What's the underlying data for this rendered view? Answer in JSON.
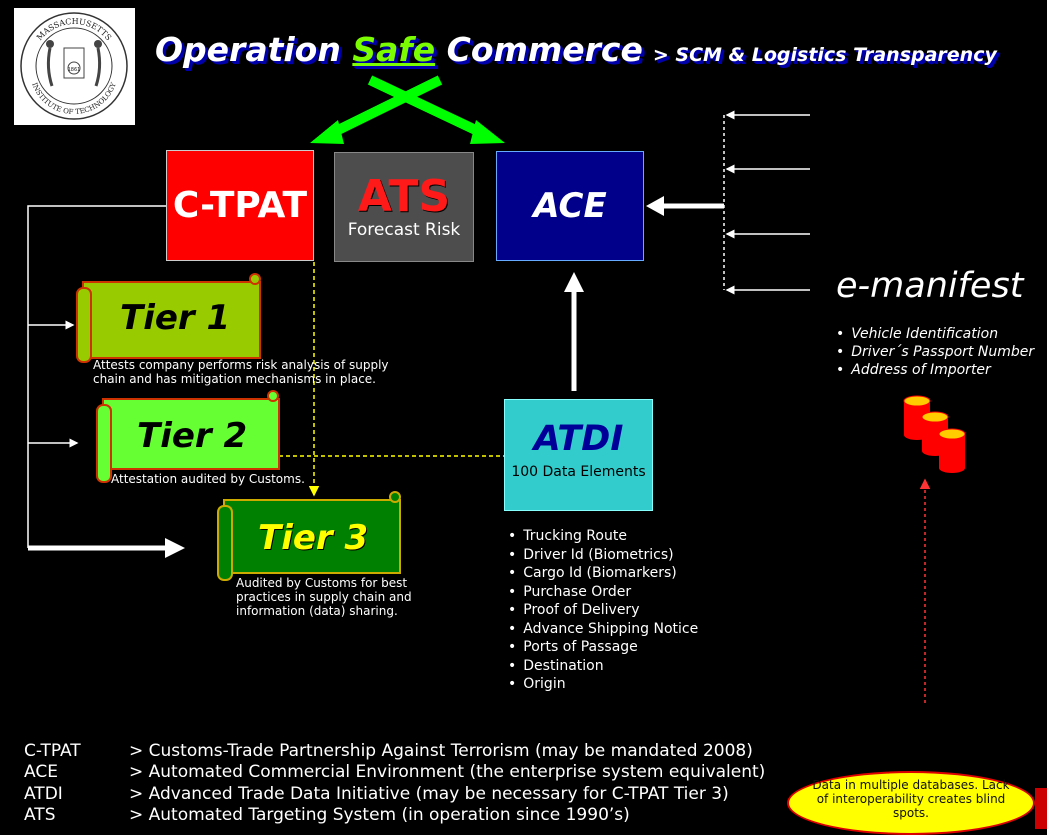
{
  "title": {
    "part1": "Operation ",
    "safe": "Safe",
    "part2": " Commerce",
    "subtitle": "> SCM & Logistics Transparency"
  },
  "seal": {
    "top_text": "MASSACHUSETTS",
    "bottom_text": "INSTITUTE OF TECHNOLOGY",
    "year": "1861"
  },
  "boxes": {
    "ctpat": "C-TPAT",
    "ats": {
      "label": "ATS",
      "sub": "Forecast Risk"
    },
    "ace": "ACE",
    "atdi": {
      "label": "ATDI",
      "sub": "100 Data Elements"
    }
  },
  "tiers": [
    {
      "label": "Tier 1",
      "caption_line1": "Attests company performs risk analysis of supply",
      "caption_line2": "chain and has mitigation mechanisms in place.",
      "color": "#99cc00"
    },
    {
      "label": "Tier 2",
      "caption_line1": "Attestation audited by Customs.",
      "color": "#66ff33"
    },
    {
      "label": "Tier 3",
      "caption_line1": "Audited by Customs for best",
      "caption_line2": "practices in supply chain and",
      "caption_line3": "information (data) sharing.",
      "color": "#008000",
      "label_color": "#ffff00"
    }
  ],
  "emanifest": {
    "label": "e-manifest",
    "items": [
      "Vehicle Identification",
      "Driver´s Passport Number",
      "Address of Importer"
    ]
  },
  "atdi_items": [
    "Trucking Route",
    "Driver Id (Biometrics)",
    "Cargo Id (Biomarkers)",
    "Purchase Order",
    "Proof of Delivery",
    "Advance Shipping Notice",
    "Ports of Passage",
    "Destination",
    "Origin"
  ],
  "glossary": [
    {
      "abbr": "C-TPAT",
      "def": "> Customs-Trade Partnership Against Terrorism (may be mandated 2008)"
    },
    {
      "abbr": "ACE",
      "def": "> Automated Commercial Environment (the enterprise system equivalent)"
    },
    {
      "abbr": "ATDI",
      "def": "> Advanced Trade Data Initiative (may be necessary for C-TPAT Tier 3)"
    },
    {
      "abbr": "ATS",
      "def": "> Automated Targeting System (in operation since 1990’s)"
    }
  ],
  "note": "Data in multiple databases. Lack of interoperability creates blind spots.",
  "colors": {
    "ctpat": "#ff0000",
    "ats": "#4d4d4d",
    "ace": "#00008b",
    "atdi": "#33cccc",
    "green_arrow": "#00ff00",
    "note": "#ffff00"
  }
}
